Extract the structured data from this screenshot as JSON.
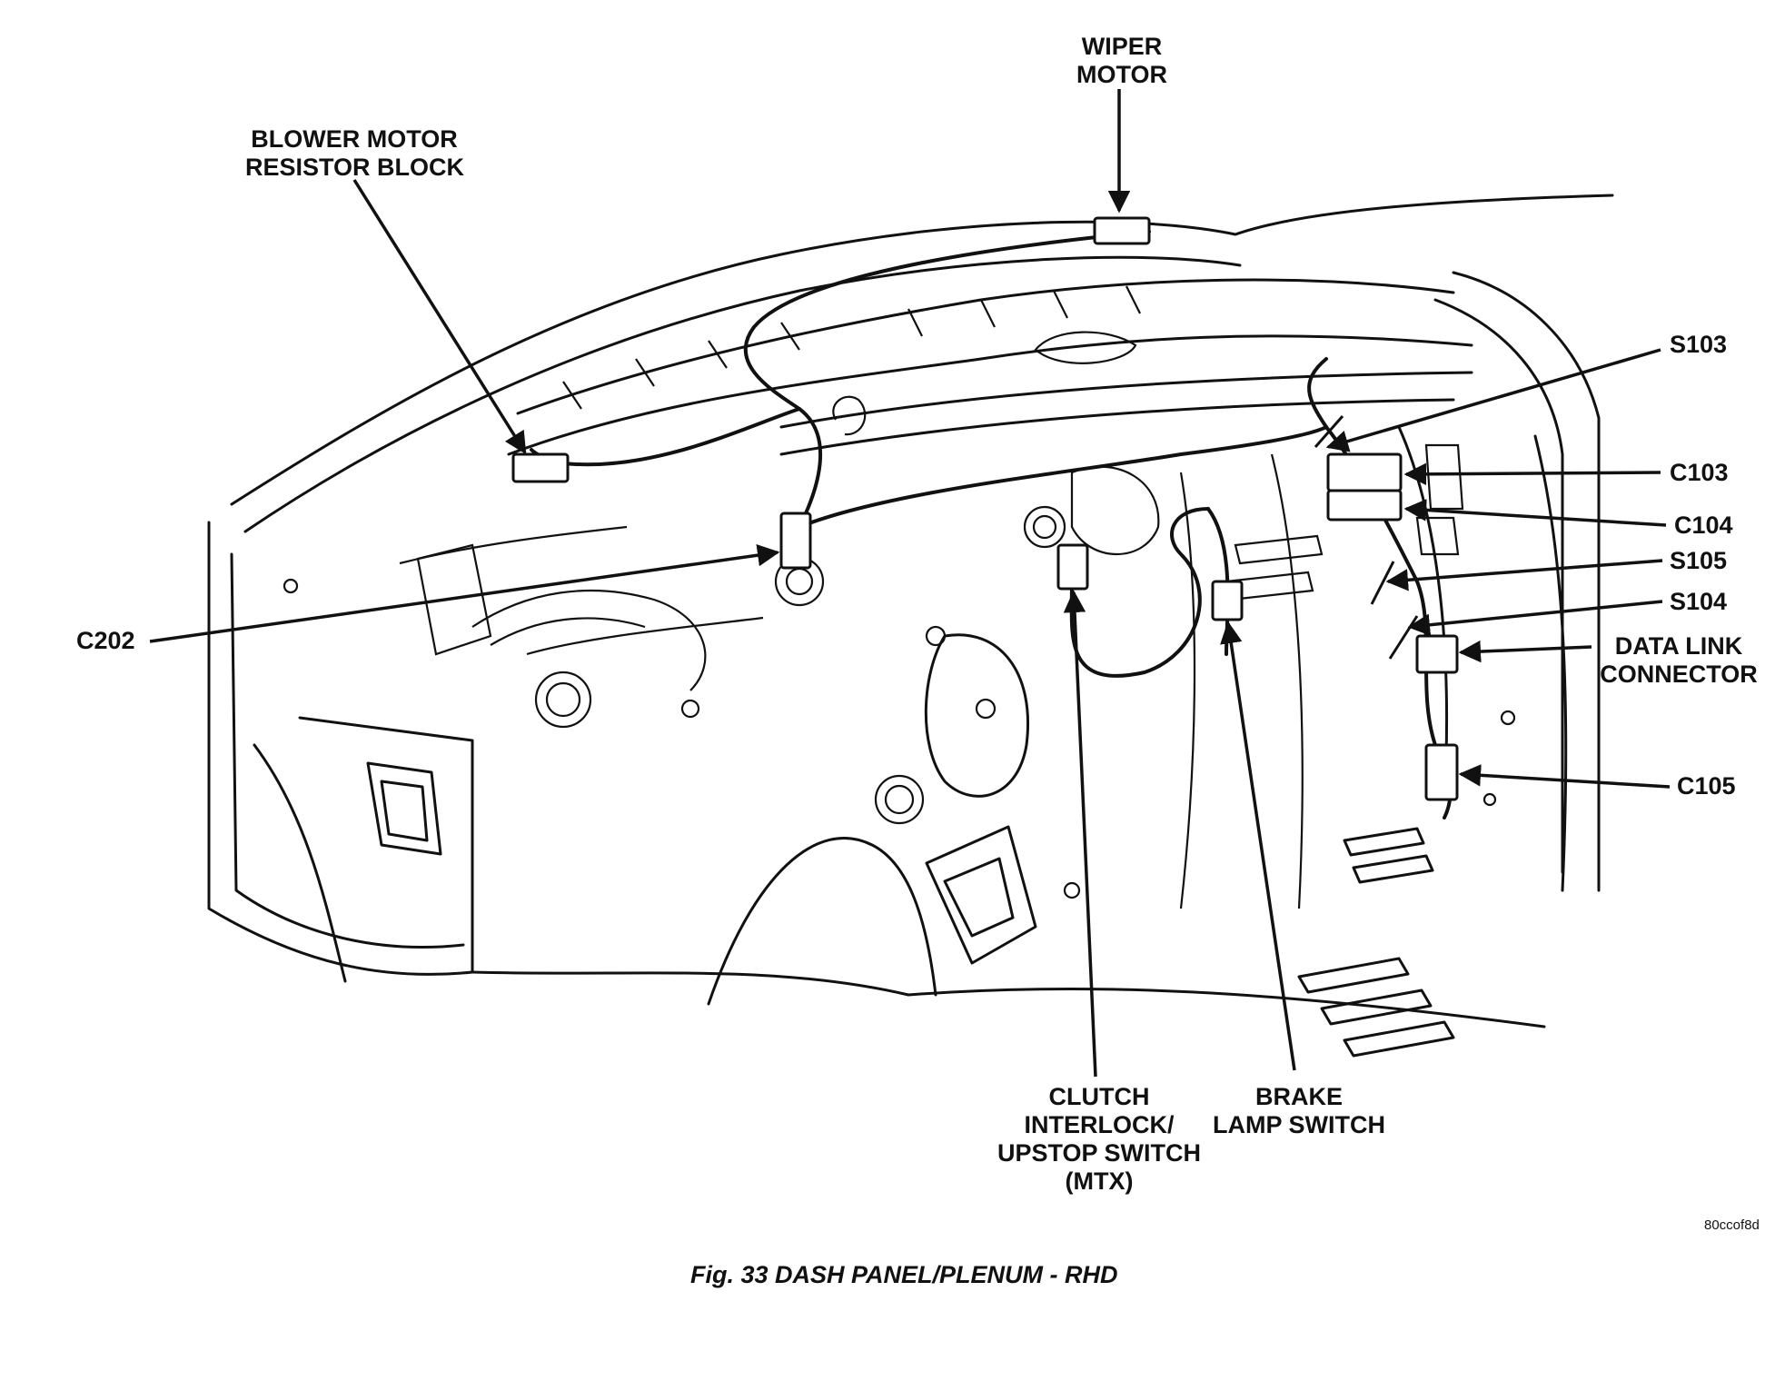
{
  "callouts": {
    "wiper_motor": [
      "WIPER",
      "MOTOR"
    ],
    "blower_motor_resistor_block": [
      "BLOWER MOTOR",
      "RESISTOR BLOCK"
    ],
    "s103": [
      "S103"
    ],
    "c103": [
      "C103"
    ],
    "c104": [
      "C104"
    ],
    "s105": [
      "S105"
    ],
    "s104": [
      "S104"
    ],
    "data_link_connector": [
      "DATA LINK",
      "CONNECTOR"
    ],
    "c105": [
      "C105"
    ],
    "c202": [
      "C202"
    ],
    "clutch_switch": [
      "CLUTCH",
      "INTERLOCK/",
      "UPSTOP SWITCH",
      "(MTX)"
    ],
    "brake_lamp_switch": [
      "BRAKE",
      "LAMP SWITCH"
    ]
  },
  "image_code": "80ccof8d",
  "caption": "Fig. 33 DASH PANEL/PLENUM - RHD",
  "colors": {
    "ink": "#111111",
    "background": "#ffffff"
  }
}
